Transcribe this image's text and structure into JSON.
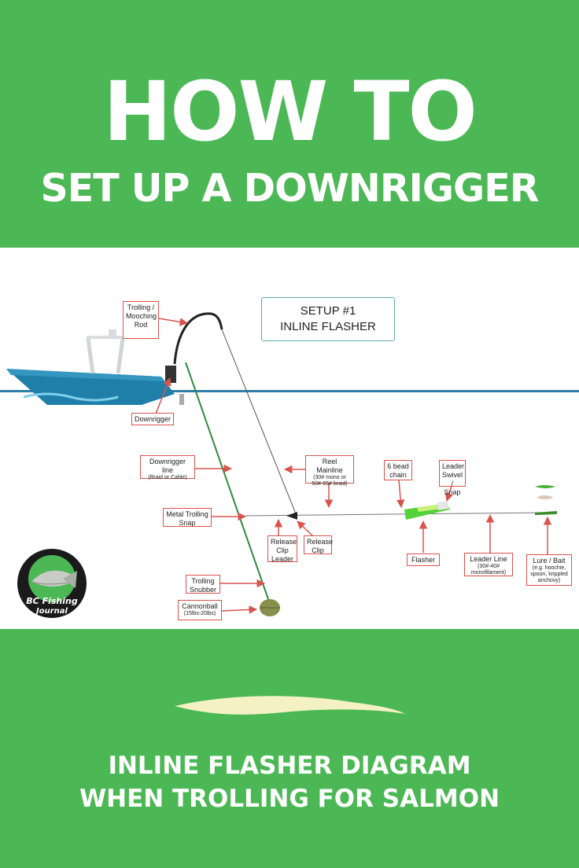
{
  "header": {
    "title_line1": "HOW TO",
    "title_line2": "SET UP A DOWNRIGGER"
  },
  "diagram": {
    "setup_title_line1": "SETUP #1",
    "setup_title_line2": "INLINE FLASHER",
    "labels": {
      "rod": "Trolling / Mooching Rod",
      "downrigger": "Downrigger",
      "downrigger_line": "Downrigger line",
      "downrigger_line_sub": "(Braid or Cable)",
      "reel_mainline": "Reel Mainline",
      "reel_mainline_sub": "(30# mono or 50#-65# braid)",
      "bead_chain": "6 bead chain",
      "leader_swivel": "Leader Swivel / Snap",
      "metal_snap": "Metal Trolling Snap",
      "release_clip_leader": "Release Clip Leader",
      "release_clip": "Release Clip",
      "flasher": "Flasher",
      "leader_line": "Leader Line",
      "leader_line_sub": "(30#-40# monofilament)",
      "lure_bait": "Lure / Bait",
      "lure_bait_sub": "(e.g. hoochie, spoon, krippled anchovy)",
      "trolling_snubber": "Trolling Snubber",
      "cannonball": "Cannonball",
      "cannonball_sub": "(15lbs-20lbs)"
    },
    "logo_text_line1": "BC Fishing",
    "logo_text_line2": "Journal",
    "colors": {
      "label_border": "#d9534f",
      "water_line": "#2e7fa6",
      "boat": "#1f7fa8"
    }
  },
  "footer": {
    "caption_line1": "INLINE FLASHER DIAGRAM",
    "caption_line2": "WHEN TROLLING FOR SALMON"
  }
}
